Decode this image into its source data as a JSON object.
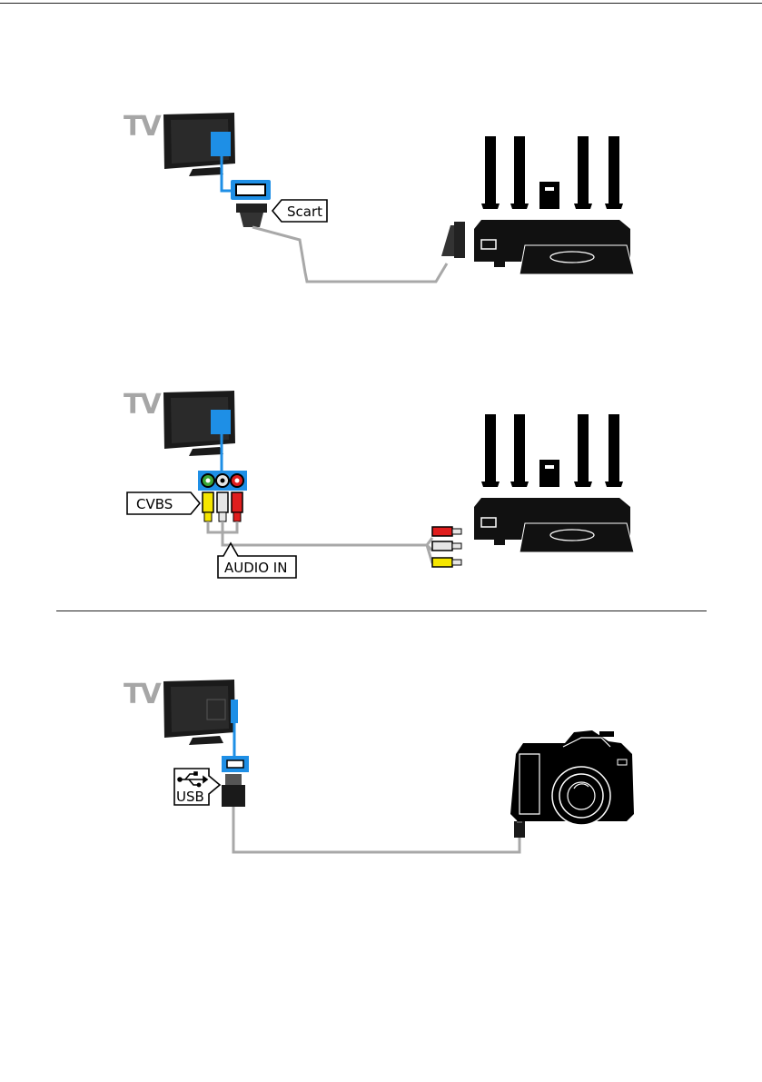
{
  "colors": {
    "port_blue": "#1e8fe6",
    "cable_gray": "#a8a8a8",
    "tv_label_gray": "#a6a6a6",
    "rca_green": "#3aa635",
    "rca_red": "#e01e1e",
    "rca_yellow": "#f5e600",
    "rca_white": "#e6e6e6"
  },
  "diagrams": [
    {
      "tv_label": "TV",
      "connector_label": "Scart",
      "device": "home-theater-system"
    },
    {
      "tv_label": "TV",
      "connector_labels": [
        "CVBS",
        "AUDIO IN"
      ],
      "device": "home-theater-system"
    },
    {
      "tv_label": "TV",
      "connector_label": "USB",
      "device": "digital-camera"
    }
  ]
}
